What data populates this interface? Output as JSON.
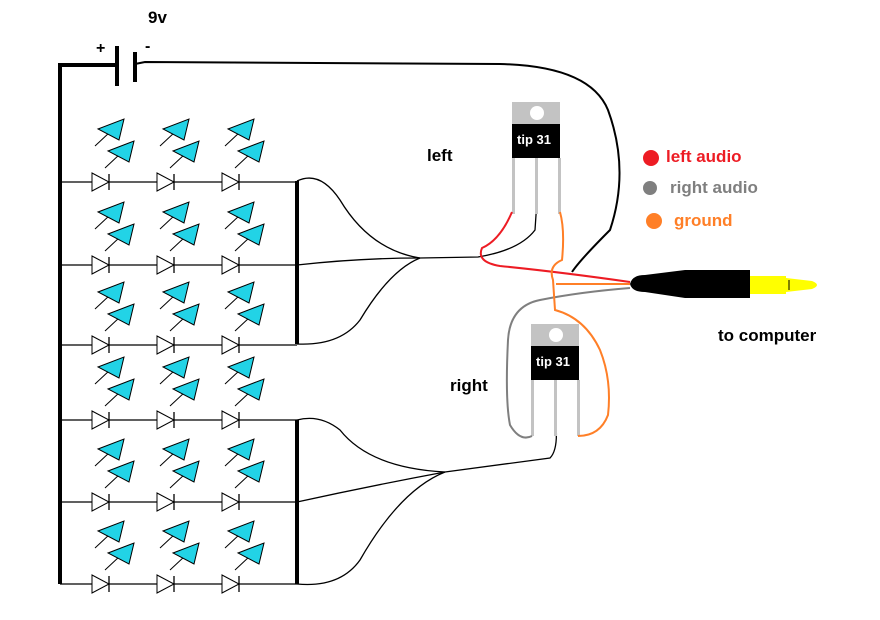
{
  "battery": {
    "voltage_label": "9v",
    "plus_label": "+",
    "minus_label": "-"
  },
  "transistors": [
    {
      "name": "left",
      "part_label": "tip 31",
      "channel_label": "left"
    },
    {
      "name": "right",
      "part_label": "tip 31",
      "channel_label": "right"
    }
  ],
  "legend": [
    {
      "label": "left audio",
      "color": "#ed1c24"
    },
    {
      "label": "right audio",
      "color": "#7f7f7f"
    },
    {
      "label": "ground",
      "color": "#ff7f27"
    }
  ],
  "jack": {
    "label": "to computer",
    "body_color": "#000000",
    "tip_color": "#ffff00"
  },
  "led_color": "#22d3e6",
  "led_rows": 6,
  "led_columns": 3
}
